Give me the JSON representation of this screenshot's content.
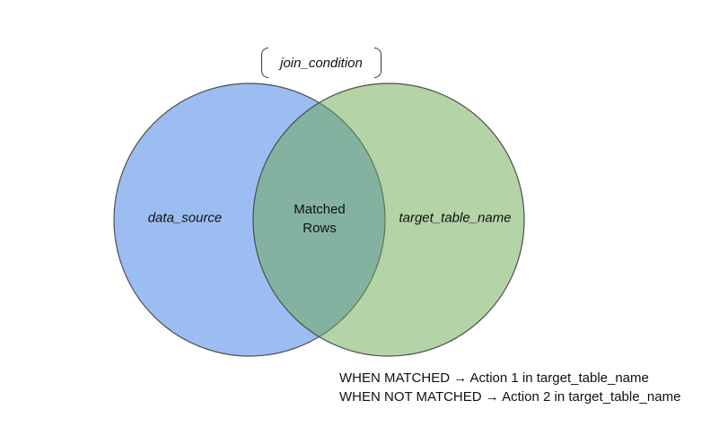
{
  "diagram": {
    "top_label": "join_condition",
    "left_circle": {
      "label": "data_source",
      "fill": "#4a86e8",
      "fill_opacity": "0.55",
      "stroke": "#4d4d4d"
    },
    "right_circle": {
      "label": "target_table_name",
      "fill": "#6aa84f",
      "fill_opacity": "0.5",
      "stroke": "#4d4d4d"
    },
    "overlap": {
      "line1": "Matched",
      "line2": "Rows"
    },
    "footnotes": [
      "WHEN MATCHED → Action 1 in target_table_name",
      "WHEN NOT MATCHED → Action 2 in target_table_name"
    ]
  }
}
